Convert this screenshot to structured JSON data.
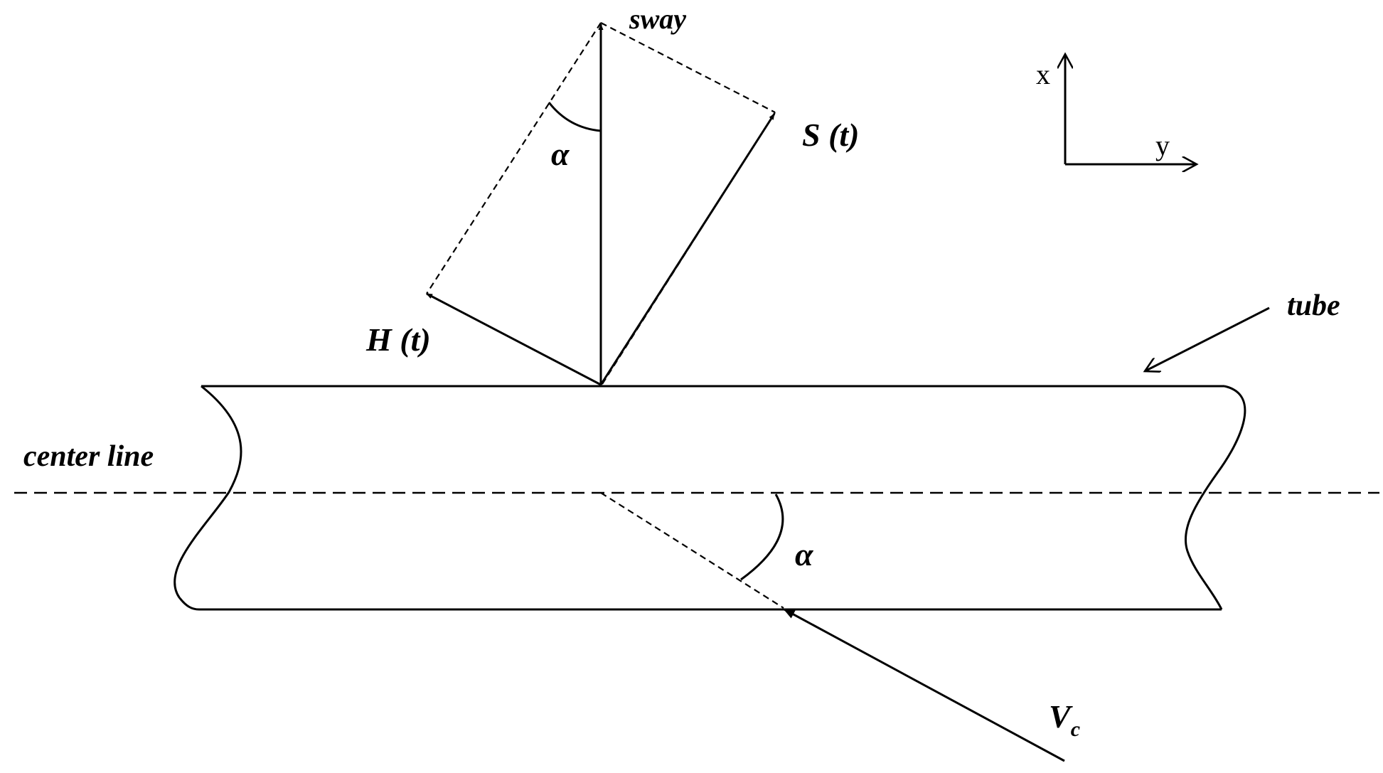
{
  "labels": {
    "sway": "sway",
    "s_t": "S (t)",
    "h_t": "H (t)",
    "alpha": "α",
    "tube": "tube",
    "center_line": "center line",
    "v_main": "V",
    "v_sub": "c",
    "axis_x": "x",
    "axis_y": "y"
  }
}
